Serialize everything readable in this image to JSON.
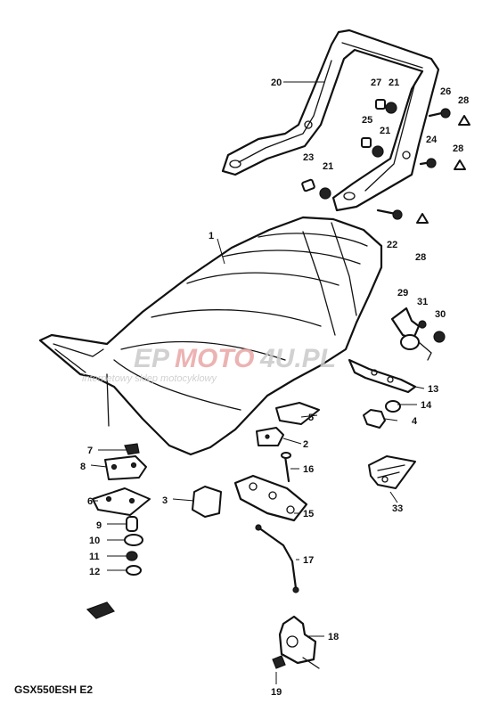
{
  "diagram": {
    "model_code": "GSX550ESH  E2",
    "watermark": {
      "brand_left": "EP",
      "brand_mid": "MOTO",
      "brand_right": "4U.PL",
      "tagline": "internetowy sklep motocyklowy",
      "color_dark": "#c9c9c9",
      "color_red": "#e9a6a6"
    },
    "callouts": [
      {
        "id": "1",
        "label": "1"
      },
      {
        "id": "2",
        "label": "2"
      },
      {
        "id": "3",
        "label": "3"
      },
      {
        "id": "4",
        "label": "4"
      },
      {
        "id": "5",
        "label": "5"
      },
      {
        "id": "6",
        "label": "6"
      },
      {
        "id": "7",
        "label": "7"
      },
      {
        "id": "8",
        "label": "8"
      },
      {
        "id": "9",
        "label": "9"
      },
      {
        "id": "10",
        "label": "10"
      },
      {
        "id": "11",
        "label": "11"
      },
      {
        "id": "12",
        "label": "12"
      },
      {
        "id": "13",
        "label": "13"
      },
      {
        "id": "14",
        "label": "14"
      },
      {
        "id": "15",
        "label": "15"
      },
      {
        "id": "16",
        "label": "16"
      },
      {
        "id": "17",
        "label": "17"
      },
      {
        "id": "18",
        "label": "18"
      },
      {
        "id": "19",
        "label": "19"
      },
      {
        "id": "20",
        "label": "20"
      },
      {
        "id": "21a",
        "label": "21"
      },
      {
        "id": "21b",
        "label": "21"
      },
      {
        "id": "21c",
        "label": "21"
      },
      {
        "id": "22",
        "label": "22"
      },
      {
        "id": "23",
        "label": "23"
      },
      {
        "id": "24",
        "label": "24"
      },
      {
        "id": "25",
        "label": "25"
      },
      {
        "id": "26",
        "label": "26"
      },
      {
        "id": "27",
        "label": "27"
      },
      {
        "id": "28a",
        "label": "28"
      },
      {
        "id": "28b",
        "label": "28"
      },
      {
        "id": "28c",
        "label": "28"
      },
      {
        "id": "29",
        "label": "29"
      },
      {
        "id": "30",
        "label": "30"
      },
      {
        "id": "31",
        "label": "31"
      },
      {
        "id": "33",
        "label": "33"
      }
    ]
  }
}
